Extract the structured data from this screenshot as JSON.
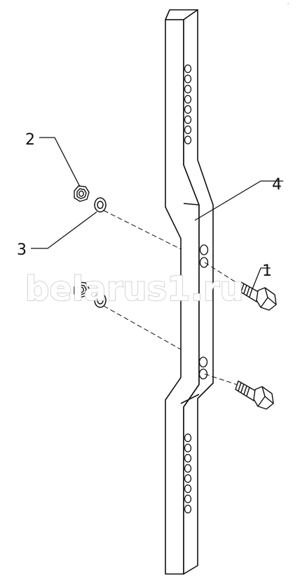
{
  "diagram": {
    "callouts": [
      {
        "id": "1",
        "label": "1",
        "part": "bolt"
      },
      {
        "id": "2",
        "label": "2",
        "part": "nut"
      },
      {
        "id": "3",
        "label": "3",
        "part": "washer"
      },
      {
        "id": "4",
        "label": "4",
        "part": "bar"
      }
    ],
    "watermark": "belarus1.ru",
    "corner_mark": "°",
    "colors": {
      "ink": "#111111",
      "fill": "#ffffff",
      "watermark_outline": "#c8c8c8"
    }
  }
}
